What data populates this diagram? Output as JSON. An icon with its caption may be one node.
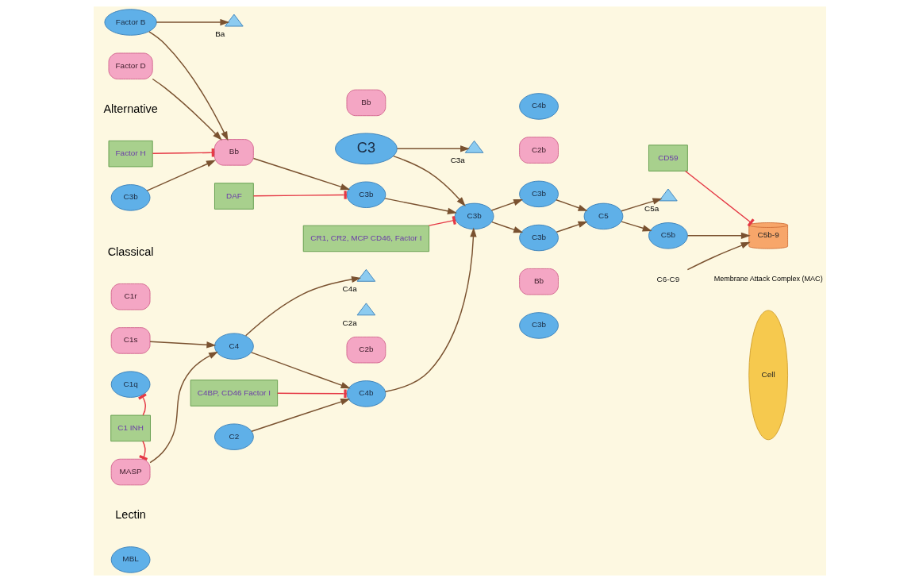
{
  "diagram": {
    "nodes": [
      {
        "text": [
          "C1r"
        ]
      },
      {
        "text": [
          "C1s"
        ]
      },
      {
        "text": [
          "C1q"
        ]
      },
      {
        "text": [
          "C1 INH"
        ]
      },
      {
        "text": [
          "MASP"
        ]
      },
      {
        "text": [
          "MBL"
        ]
      },
      {
        "text": [
          "C4"
        ]
      },
      {
        "text": [],
        "shape": "triangle",
        "beside": [
          "C4a"
        ]
      },
      {
        "text": [],
        "shape": "triangle",
        "beside": [
          "C2a"
        ]
      },
      {
        "text": [
          "C4BP, CD46 Factor I"
        ]
      },
      {
        "text": [
          "C4b"
        ]
      },
      {
        "text": [
          "C2b"
        ]
      },
      {
        "text": [
          "C2"
        ]
      },
      {
        "text": [
          "C3"
        ]
      },
      {
        "text": [
          "CR1, CR2, MCP CD46, Factor I"
        ]
      },
      {
        "text": [
          "C3b"
        ]
      },
      {
        "text": [],
        "shape": "triangle",
        "beside": [
          "C3a"
        ]
      },
      {
        "text": [
          "C4b"
        ]
      },
      {
        "text": [
          "C2b"
        ]
      },
      {
        "text": [
          "C3b"
        ]
      },
      {
        "text": [
          "C3b"
        ]
      },
      {
        "text": [
          "Bb"
        ]
      },
      {
        "text": [
          "C3b"
        ]
      },
      {
        "text": [
          "C5"
        ]
      },
      {
        "text": [],
        "shape": "triangle",
        "beside": [
          "C5a"
        ]
      },
      {
        "text": [
          "C5b"
        ]
      },
      {
        "text": [
          "C6-C9"
        ]
      },
      {
        "text": [
          "CD59"
        ]
      },
      {
        "text": [
          "C5b-9"
        ],
        "beside": [
          "Membrane Attack Complex (MAC)"
        ]
      },
      {
        "text": [
          "Cell"
        ]
      },
      {
        "text": [
          "Factor H"
        ]
      },
      {
        "text": [
          "C3b"
        ]
      },
      {
        "text": [
          "Bb"
        ]
      },
      {
        "text": [
          "C3b"
        ]
      },
      {
        "text": [
          "Bb"
        ]
      },
      {
        "text": [
          "Factor D"
        ]
      },
      {
        "text": [
          "Factor B"
        ]
      },
      {
        "text": [],
        "shape": "triangle",
        "beside": [
          "Ba"
        ]
      },
      {
        "text": [
          "DAF"
        ]
      }
    ],
    "edges": [
      {
        "from": 3,
        "to": 2,
        "arrow": "other",
        "color": "#e53945"
      },
      {
        "from": 3,
        "to": 4,
        "arrow": "other",
        "color": "#e53945"
      },
      {
        "from": 1,
        "to": 6,
        "arrow": "to"
      },
      {
        "from": 4,
        "to": 6,
        "arrow": "to"
      },
      {
        "from": 6,
        "to": 7,
        "arrow": "to"
      },
      {
        "from": 6,
        "to": 10,
        "arrow": "to"
      },
      {
        "from": 12,
        "to": 10,
        "arrow": "to"
      },
      {
        "from": 9,
        "to": 10,
        "arrow": "other",
        "color": "#e53945"
      },
      {
        "from": 10,
        "to": 15,
        "arrow": "to"
      },
      {
        "from": 13,
        "to": 15,
        "arrow": "to"
      },
      {
        "from": 33,
        "to": 15,
        "arrow": "to"
      },
      {
        "from": 13,
        "to": 16,
        "arrow": "to"
      },
      {
        "from": 14,
        "to": 15,
        "arrow": "other",
        "color": "#e53945"
      },
      {
        "from": 15,
        "to": 19,
        "arrow": "to"
      },
      {
        "from": 15,
        "to": 20,
        "arrow": "to"
      },
      {
        "from": 19,
        "to": 23,
        "arrow": "to"
      },
      {
        "from": 20,
        "to": 23,
        "arrow": "to"
      },
      {
        "from": 23,
        "to": 25,
        "arrow": "to"
      },
      {
        "from": 23,
        "to": 24,
        "arrow": "to"
      },
      {
        "from": 25,
        "to": 28,
        "arrow": "to"
      },
      {
        "from": 26,
        "to": 28,
        "arrow": "to"
      },
      {
        "from": 27,
        "to": 28,
        "arrow": "other",
        "color": "#e53945"
      },
      {
        "from": 31,
        "to": 32,
        "arrow": "to"
      },
      {
        "from": 30,
        "to": 32,
        "arrow": "other",
        "color": "#e53945"
      },
      {
        "from": 32,
        "to": 33,
        "arrow": "to"
      },
      {
        "from": 35,
        "to": 32,
        "arrow": "to"
      },
      {
        "from": 36,
        "to": 32,
        "arrow": "to"
      },
      {
        "from": 36,
        "to": 37,
        "arrow": "to"
      },
      {
        "from": 38,
        "to": 33,
        "arrow": "other",
        "color": "#e53945"
      }
    ],
    "labels": [
      "Classical",
      "Lectin",
      "Alternative"
    ]
  }
}
